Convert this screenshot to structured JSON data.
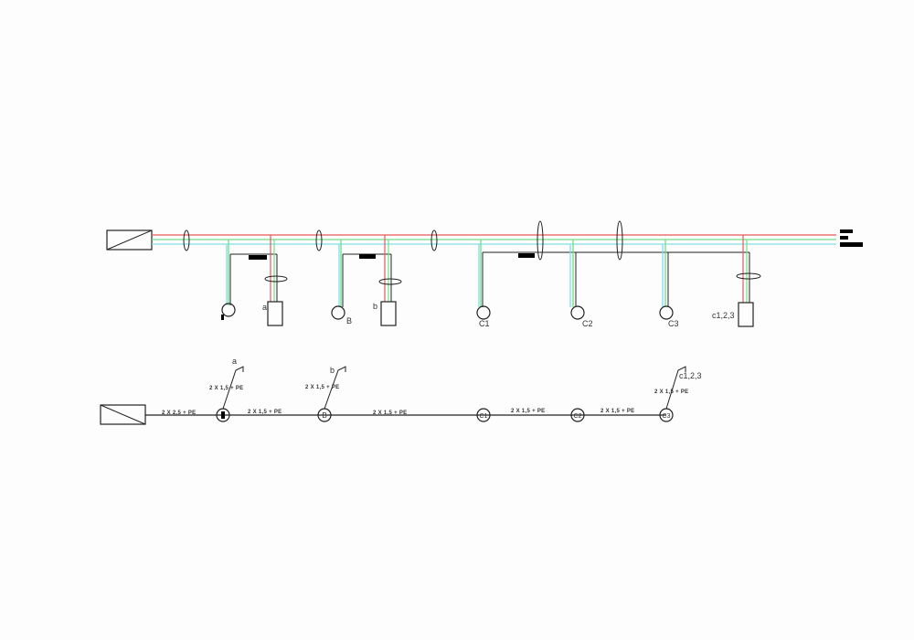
{
  "colors": {
    "line": "#222222",
    "phase": "#e85a5a",
    "protective_earth": "#6fe08a",
    "neutral": "#7fe0e8",
    "background": "#fdfdfd"
  },
  "installation": {
    "labels": {
      "a_switch": "a",
      "b_switch": "b",
      "b_light": "B",
      "c1": "C1",
      "c2": "C2",
      "c3": "C3",
      "c_switch": "c1,2,3"
    }
  },
  "single_line": {
    "labels": {
      "a_switch": "a",
      "b_switch": "b",
      "b_light": "B",
      "c1": "C1",
      "c2": "C2",
      "c3": "C3",
      "c_switch": "c1,2,3"
    },
    "cables": {
      "feed": "2 X 2,5 + PE",
      "to_b": "2 X 1,5 + PE",
      "b_to_c1": "2 X 1,5 + PE",
      "c1_to_c2": "2 X 1,5 + PE",
      "c2_to_c3": "2 X 1,5 + PE",
      "a_switch": "2 X 1,5 + PE",
      "b_switch": "2 X 1,5 + PE",
      "c_switch": "2 X 1,5 + PE"
    }
  }
}
